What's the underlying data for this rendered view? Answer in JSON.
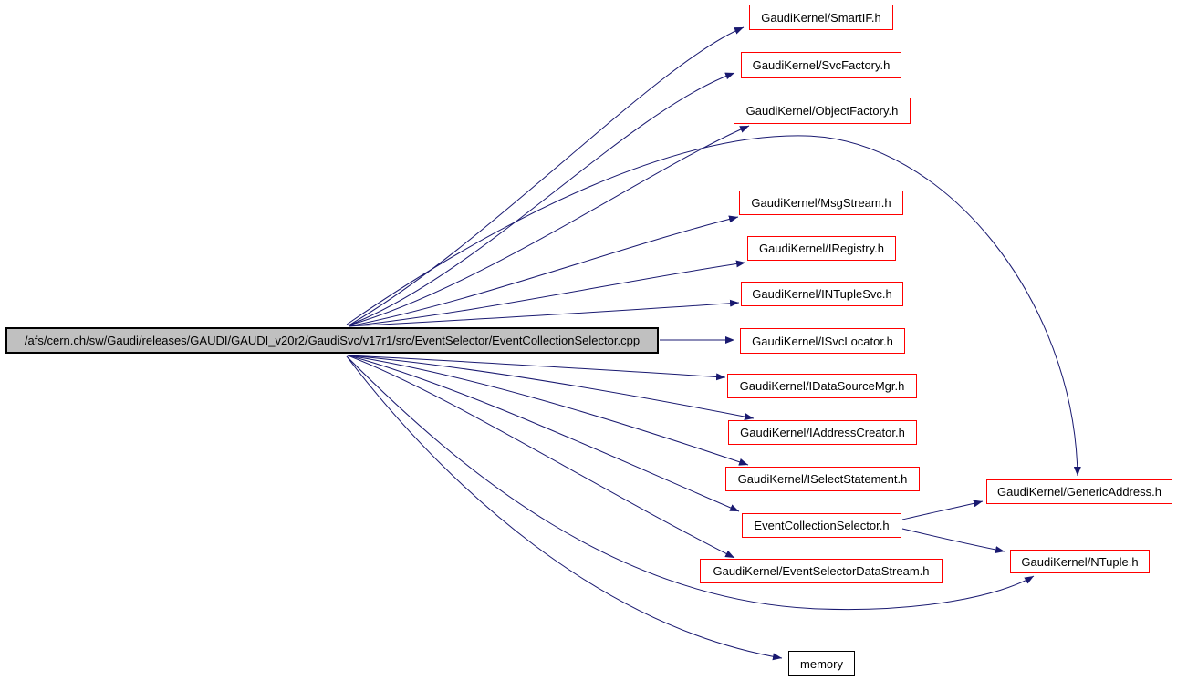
{
  "diagram": {
    "type": "include-dependency-graph",
    "colors": {
      "edge": "#191970",
      "header_node_border": "#ff0000",
      "root_node_fill": "#c0c0c0",
      "root_node_border": "#000000",
      "system_node_border": "#000000",
      "node_fill": "#ffffff",
      "text": "#000000",
      "background": "#ffffff"
    },
    "nodes": [
      {
        "id": "root",
        "label": "/afs/cern.ch/sw/Gaudi/releases/GAUDI/GAUDI_v20r2/GaudiSvc/v17r1/src/EventSelector/EventCollectionSelector.cpp",
        "kind": "root"
      },
      {
        "id": "smartif",
        "label": "GaudiKernel/SmartIF.h",
        "kind": "header"
      },
      {
        "id": "svcfactory",
        "label": "GaudiKernel/SvcFactory.h",
        "kind": "header"
      },
      {
        "id": "objectfactory",
        "label": "GaudiKernel/ObjectFactory.h",
        "kind": "header"
      },
      {
        "id": "msgstream",
        "label": "GaudiKernel/MsgStream.h",
        "kind": "header"
      },
      {
        "id": "iregistry",
        "label": "GaudiKernel/IRegistry.h",
        "kind": "header"
      },
      {
        "id": "intuplesvc",
        "label": "GaudiKernel/INTupleSvc.h",
        "kind": "header"
      },
      {
        "id": "isvclocator",
        "label": "GaudiKernel/ISvcLocator.h",
        "kind": "header"
      },
      {
        "id": "idatasourcemgr",
        "label": "GaudiKernel/IDataSourceMgr.h",
        "kind": "header"
      },
      {
        "id": "iaddresscreator",
        "label": "GaudiKernel/IAddressCreator.h",
        "kind": "header"
      },
      {
        "id": "iselectstatement",
        "label": "GaudiKernel/ISelectStatement.h",
        "kind": "header"
      },
      {
        "id": "eventcollectionselector",
        "label": "EventCollectionSelector.h",
        "kind": "header"
      },
      {
        "id": "eventselectordatastream",
        "label": "GaudiKernel/EventSelectorDataStream.h",
        "kind": "header"
      },
      {
        "id": "genericaddress",
        "label": "GaudiKernel/GenericAddress.h",
        "kind": "header"
      },
      {
        "id": "ntuple",
        "label": "GaudiKernel/NTuple.h",
        "kind": "header"
      },
      {
        "id": "memory",
        "label": "memory",
        "kind": "system-header"
      }
    ],
    "edges": [
      {
        "from": "root",
        "to": "smartif"
      },
      {
        "from": "root",
        "to": "svcfactory"
      },
      {
        "from": "root",
        "to": "objectfactory"
      },
      {
        "from": "root",
        "to": "msgstream"
      },
      {
        "from": "root",
        "to": "iregistry"
      },
      {
        "from": "root",
        "to": "intuplesvc"
      },
      {
        "from": "root",
        "to": "isvclocator"
      },
      {
        "from": "root",
        "to": "idatasourcemgr"
      },
      {
        "from": "root",
        "to": "iaddresscreator"
      },
      {
        "from": "root",
        "to": "iselectstatement"
      },
      {
        "from": "root",
        "to": "eventcollectionselector"
      },
      {
        "from": "root",
        "to": "eventselectordatastream"
      },
      {
        "from": "root",
        "to": "genericaddress"
      },
      {
        "from": "root",
        "to": "ntuple"
      },
      {
        "from": "root",
        "to": "memory"
      },
      {
        "from": "eventcollectionselector",
        "to": "genericaddress"
      },
      {
        "from": "eventcollectionselector",
        "to": "ntuple"
      }
    ]
  }
}
